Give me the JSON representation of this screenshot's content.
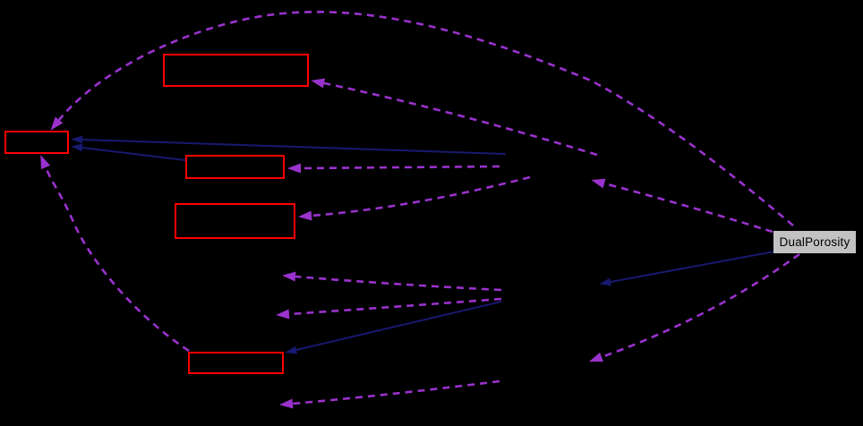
{
  "diagram": {
    "type": "collaboration-graph",
    "background": "#000000",
    "main_node": {
      "label": "DualPorosity",
      "fill": "#c2c2c2",
      "text_color": "#000000"
    },
    "hidden_node_labels": [
      "",
      "",
      "",
      "",
      ""
    ],
    "red_node_labels": [
      "",
      "",
      "",
      "",
      ""
    ],
    "colors": {
      "node_border": "#ff0000",
      "usage_edge": "#9a32cd",
      "inheritance_edge": "#191970",
      "node_fill": "#c2c2c2"
    },
    "legend": {
      "usage_edge_style": "dashed",
      "inheritance_edge_style": "solid"
    }
  }
}
